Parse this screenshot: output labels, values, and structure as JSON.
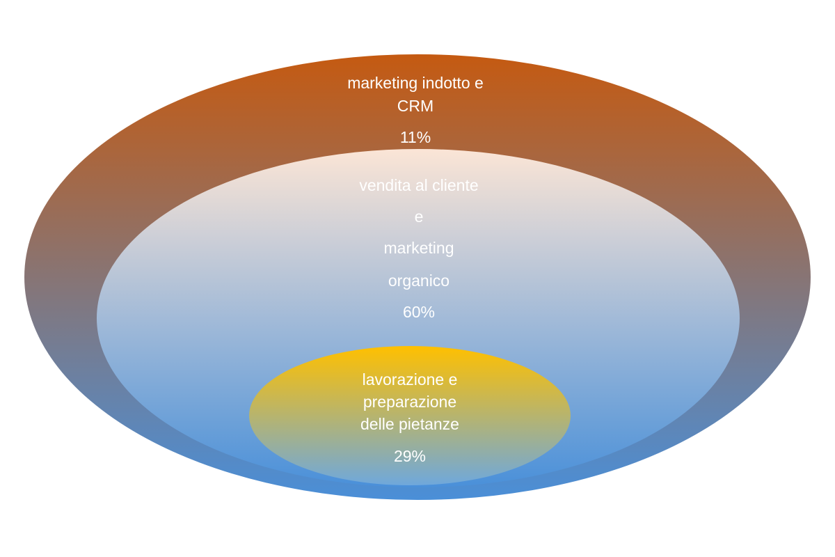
{
  "diagram": {
    "type": "nested-ellipses",
    "layers": [
      {
        "lines": [
          "marketing indotto e",
          "CRM"
        ],
        "percent": "11%",
        "value": 11,
        "gradient": [
          "#c55a11",
          "#4a8fd8"
        ]
      },
      {
        "lines": [
          "vendita al cliente",
          "e",
          "marketing",
          "organico"
        ],
        "percent": "60%",
        "value": 60,
        "gradient": [
          "#fbe5d6",
          "#4a90d9"
        ]
      },
      {
        "lines": [
          "lavorazione e",
          "preparazione",
          "delle pietanze"
        ],
        "percent": "29%",
        "value": 29,
        "gradient": [
          "#ffc000",
          "#6fa8dc"
        ]
      }
    ]
  }
}
